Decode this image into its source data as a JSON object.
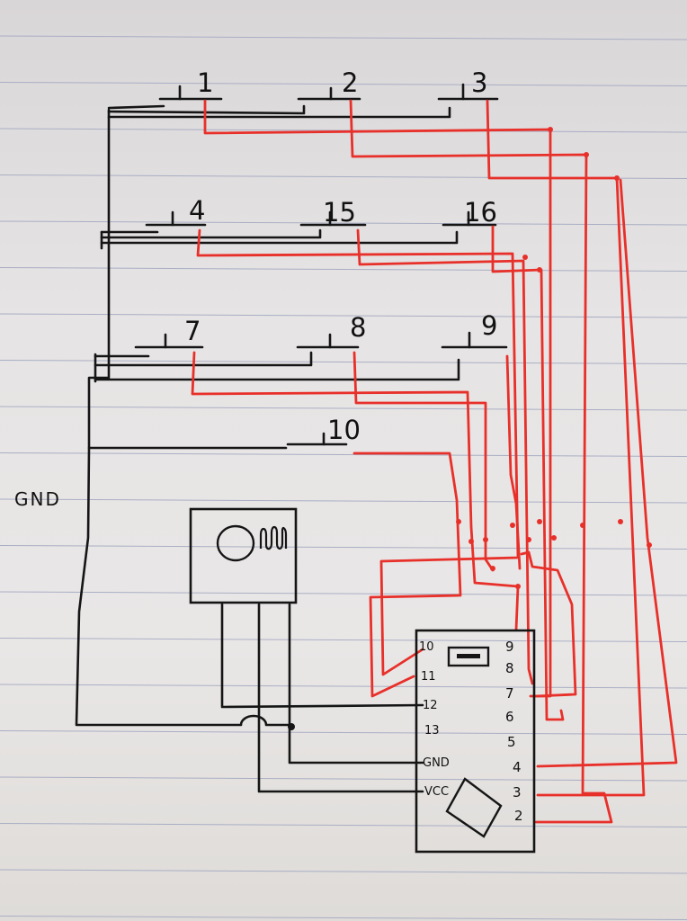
{
  "switch_labels": [
    "1",
    "2",
    "3",
    "4",
    "15",
    "16",
    "7",
    "8",
    "9",
    "10"
  ],
  "gnd_label": "GND",
  "board": {
    "left_pins": [
      "10",
      "11",
      "12",
      "13",
      "GND",
      "VCC"
    ],
    "right_pins": [
      "9",
      "8",
      "7",
      "6",
      "5",
      "4",
      "3",
      "2"
    ]
  },
  "colors": {
    "ink": "#151515",
    "wire_red": "#e8302a",
    "paper": "#e6e4e4",
    "rule_line": "#a9aec4"
  },
  "icons": [
    "receiver-lens-icon",
    "antenna-coil-icon",
    "usb-port-icon",
    "chip-icon"
  ]
}
